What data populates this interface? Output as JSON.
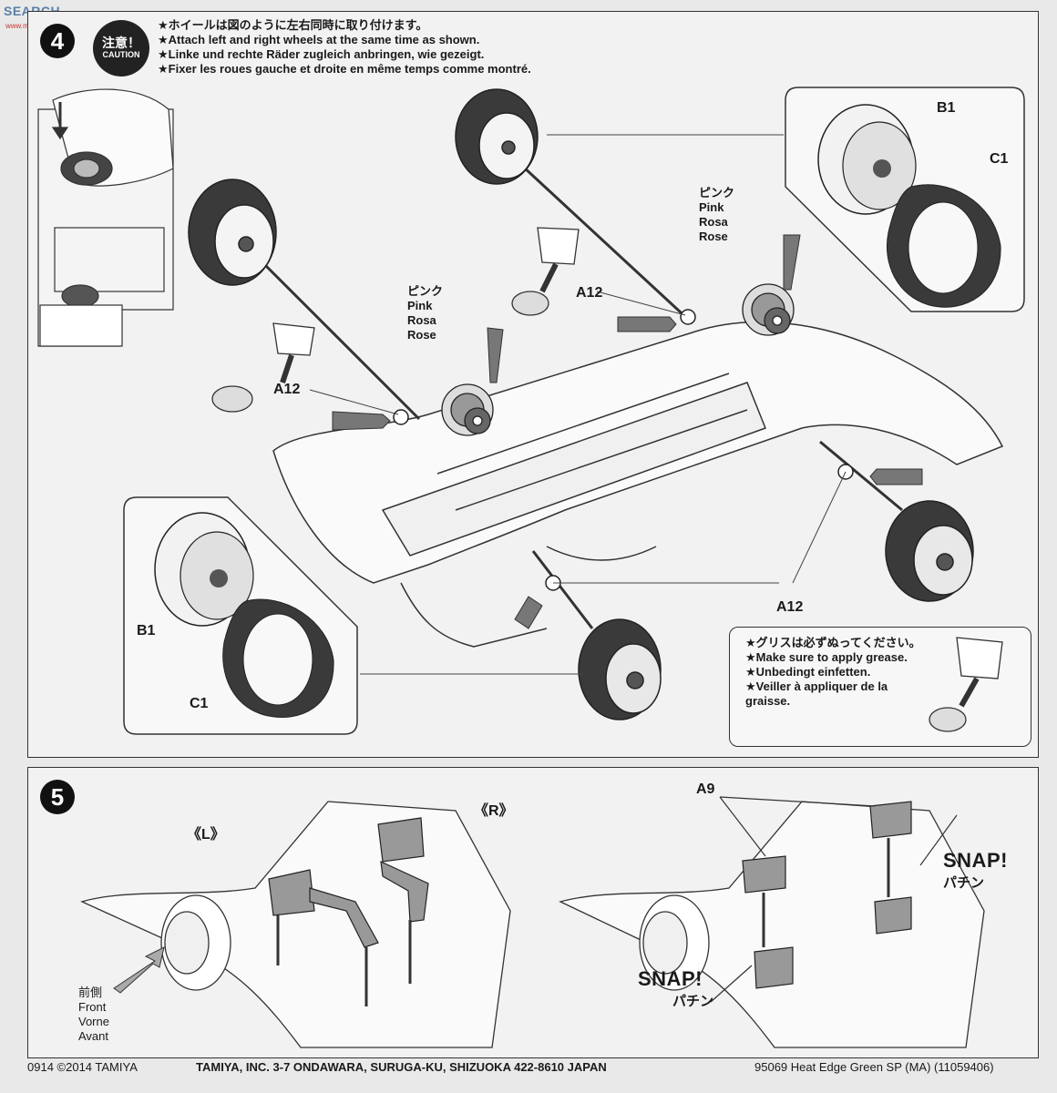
{
  "watermark": {
    "brand": "SEARCH",
    "site": "www.moshan.net"
  },
  "step4": {
    "number": "4",
    "caution": {
      "jp": "注意！",
      "en": "CAUTION"
    },
    "instructions": [
      "★ホイールは図のように左右同時に取り付けます。",
      "★Attach left and right wheels at the same time as shown.",
      "★Linke und rechte Räder zugleich anbringen, wie gezeigt.",
      "★Fixer les roues gauche et droite en même temps comme montré."
    ],
    "inset_top_right": {
      "wheel": "B1",
      "tire": "C1"
    },
    "inset_bottom_left": {
      "wheel": "B1",
      "tire": "C1"
    },
    "gear_color_left": [
      "ピンク",
      "Pink",
      "Rosa",
      "Rose"
    ],
    "gear_color_right": [
      "ピンク",
      "Pink",
      "Rosa",
      "Rose"
    ],
    "part_labels": {
      "a12_left": "A12",
      "a12_top": "A12",
      "a12_bottom": "A12"
    },
    "grease_note": [
      "★グリスは必ずぬってください。",
      "★Make sure to apply grease.",
      "★Unbedingt einfetten.",
      "★Veiller à appliquer de la",
      "graisse."
    ]
  },
  "step5": {
    "number": "5",
    "left_label": "《L》",
    "right_label": "《R》",
    "part_label": "A9",
    "snap_top": {
      "en": "SNAP!",
      "jp": "パチン"
    },
    "snap_bottom": {
      "en": "SNAP!",
      "jp": "パチン"
    },
    "front_label": [
      "前側",
      "Front",
      "Vorne",
      "Avant"
    ]
  },
  "footer": {
    "left": "0914 ©2014 TAMIYA",
    "center": "TAMIYA, INC. 3-7 ONDAWARA, SURUGA-KU, SHIZUOKA 422-8610 JAPAN",
    "right": "95069  Heat Edge Green SP (MA) (11059406)"
  }
}
